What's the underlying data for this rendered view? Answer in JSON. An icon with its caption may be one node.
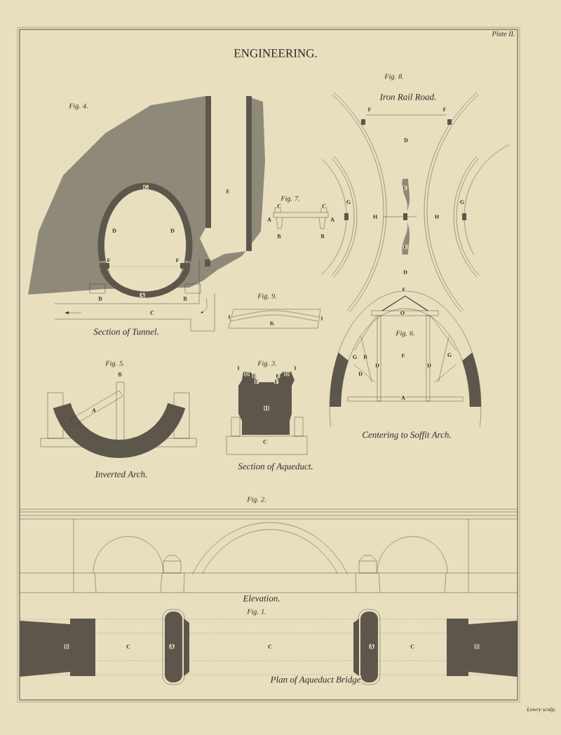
{
  "diagram": {
    "title": "ENGINEERING.",
    "labels": [
      "Plate II.",
      "Fig. 4.",
      "G",
      "E",
      "D",
      "D",
      "F",
      "F",
      "A",
      "B",
      "B",
      "C",
      "Section of Tunnel.",
      "Fig. 8.",
      "Iron Rail Road.",
      "F",
      "F",
      "D",
      "G",
      "G",
      "E",
      "H",
      "H",
      "E",
      "D",
      "Fig. 7.",
      "C",
      "C",
      "A",
      "A",
      "B",
      "B",
      "Fig. 9.",
      "I",
      "K",
      "I",
      "E",
      "O",
      "Fig. 6.",
      "G",
      "B",
      "F",
      "G",
      "D",
      "D",
      "D",
      "A",
      "Centering to Soffit Arch.",
      "Fig. 5.",
      "B",
      "A",
      "Fig. 3.",
      "I",
      "D",
      "E",
      "F",
      "E",
      "F",
      "D",
      "I",
      "H",
      "C",
      "Inverted Arch.",
      "Section of Aqueduct.",
      "Fig. 2.",
      "Elevation.",
      "Fig. 1.",
      "B",
      "C",
      "A",
      "C",
      "A",
      "C",
      "B",
      "Plan of Aqueduct Bridge",
      "Lowry sculp."
    ]
  }
}
